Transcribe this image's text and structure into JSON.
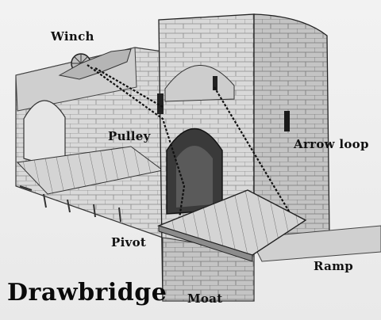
{
  "title": "Drawbridge",
  "labels": {
    "winch": "Winch",
    "pulley": "Pulley",
    "arrow_loop": "Arrow loop",
    "pivot": "Pivot",
    "ramp": "Ramp",
    "moat": "Moat"
  }
}
